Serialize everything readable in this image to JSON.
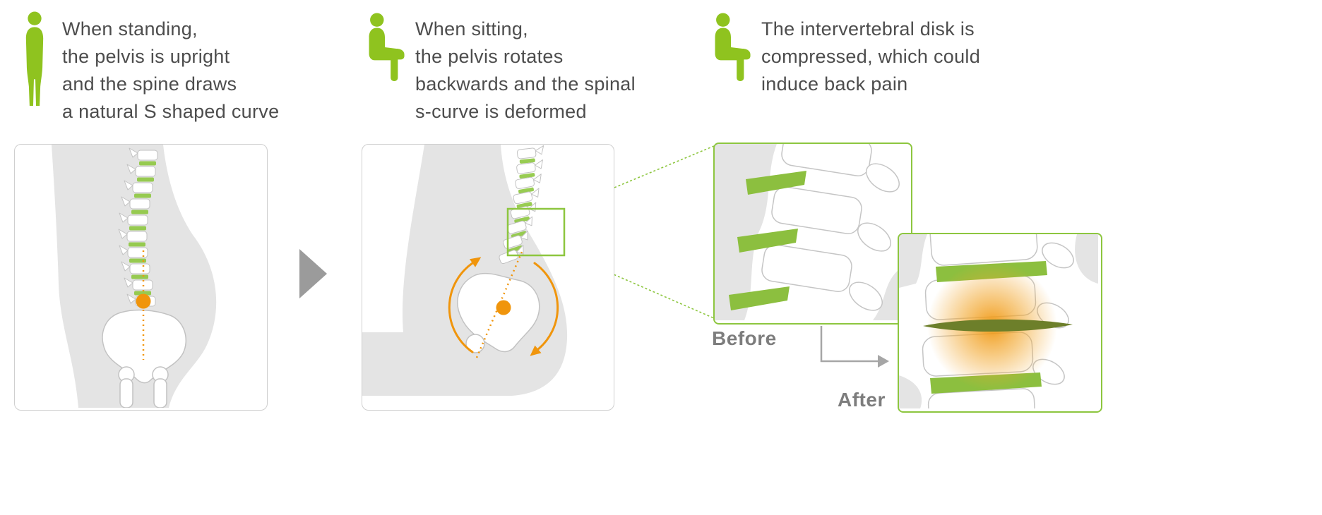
{
  "colors": {
    "accent_green": "#8dc63f",
    "figure_green": "#8fc31f",
    "accent_orange": "#f0950c",
    "pain_glow_orange": "#f2a72e",
    "compressed_disk_green": "#6d7f2a",
    "text_dark": "#4d4d4d",
    "label_gray": "#7d7d7d",
    "silhouette_gray": "#e4e4e4",
    "bone_outline_gray": "#c2c2c2",
    "next_arrow_gray": "#9b9b9b"
  },
  "panels": [
    {
      "icon": "standing-person-icon",
      "caption_lines": [
        "When standing,",
        "the pelvis is upright",
        "and the spine draws",
        "a natural S shaped curve"
      ]
    },
    {
      "icon": "sitting-person-icon",
      "caption_lines": [
        "When sitting,",
        "the pelvis rotates",
        "backwards and the spinal",
        "s-curve is deformed"
      ]
    },
    {
      "icon": "sitting-person-icon",
      "caption_lines": [
        "The intervertebral disk is",
        "compressed, which could",
        "induce back pain"
      ]
    }
  ],
  "labels": {
    "before": "Before",
    "after": "After"
  }
}
